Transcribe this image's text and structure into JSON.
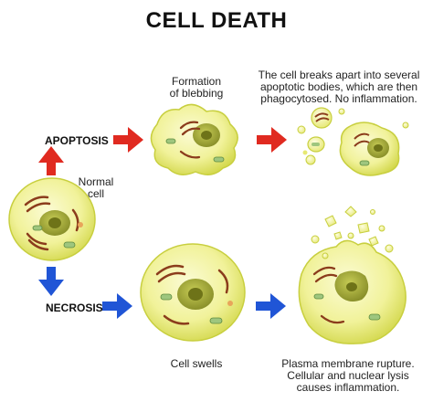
{
  "title": "CELL DEATH",
  "labels": {
    "apoptosis": "APOPTOSIS",
    "necrosis": "NECROSIS",
    "normal_cell_1": "Normal",
    "normal_cell_2": "cell",
    "blebbing_1": "Formation",
    "blebbing_2": "of blebbing",
    "apoptotic_1": "The cell breaks apart into several",
    "apoptotic_2": "apoptotic bodies, which are then",
    "apoptotic_3": "phagocytosed.  No inflammation.",
    "swells": "Cell swells",
    "rupture_1": "Plasma membrane rupture.",
    "rupture_2": "Cellular and nuclear lysis",
    "rupture_3": "causes inflammation."
  },
  "colors": {
    "apoptosis_arrow": "#e02a20",
    "necrosis_arrow": "#2055d6",
    "cell_fill": "#f1f29a",
    "cell_edge": "#c8cf3f",
    "nucleus": "#a2a83a",
    "nucleus_core": "#6e7318",
    "organelle": "#8b3c1c",
    "mitochondria": "#9ec67e"
  }
}
